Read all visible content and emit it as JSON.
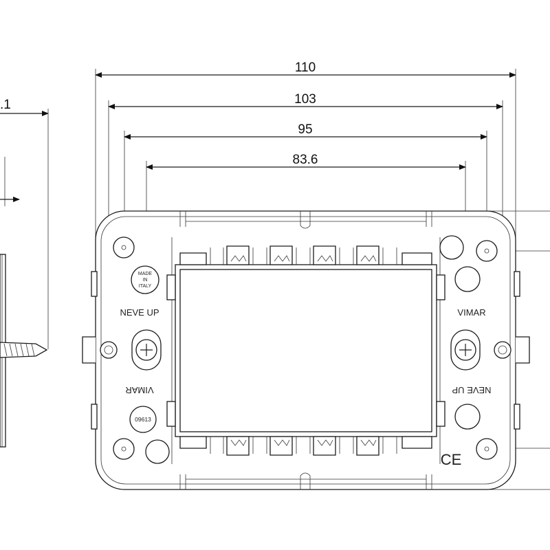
{
  "dimensions": {
    "overall": "110",
    "outer_slot": "103",
    "screw_holes": "95",
    "mounting_screws": "83.6",
    "side_partial": ".1"
  },
  "markings": {
    "made_in_italy": [
      "MADE",
      "IN",
      "ITALY"
    ],
    "brand_left_top": "NEVE UP",
    "brand_right_top": "VIMAR",
    "brand_left_bottom": "VIMAR",
    "brand_right_bottom": "NEVE UP",
    "part_code": "09613",
    "ce_mark": "CE"
  }
}
